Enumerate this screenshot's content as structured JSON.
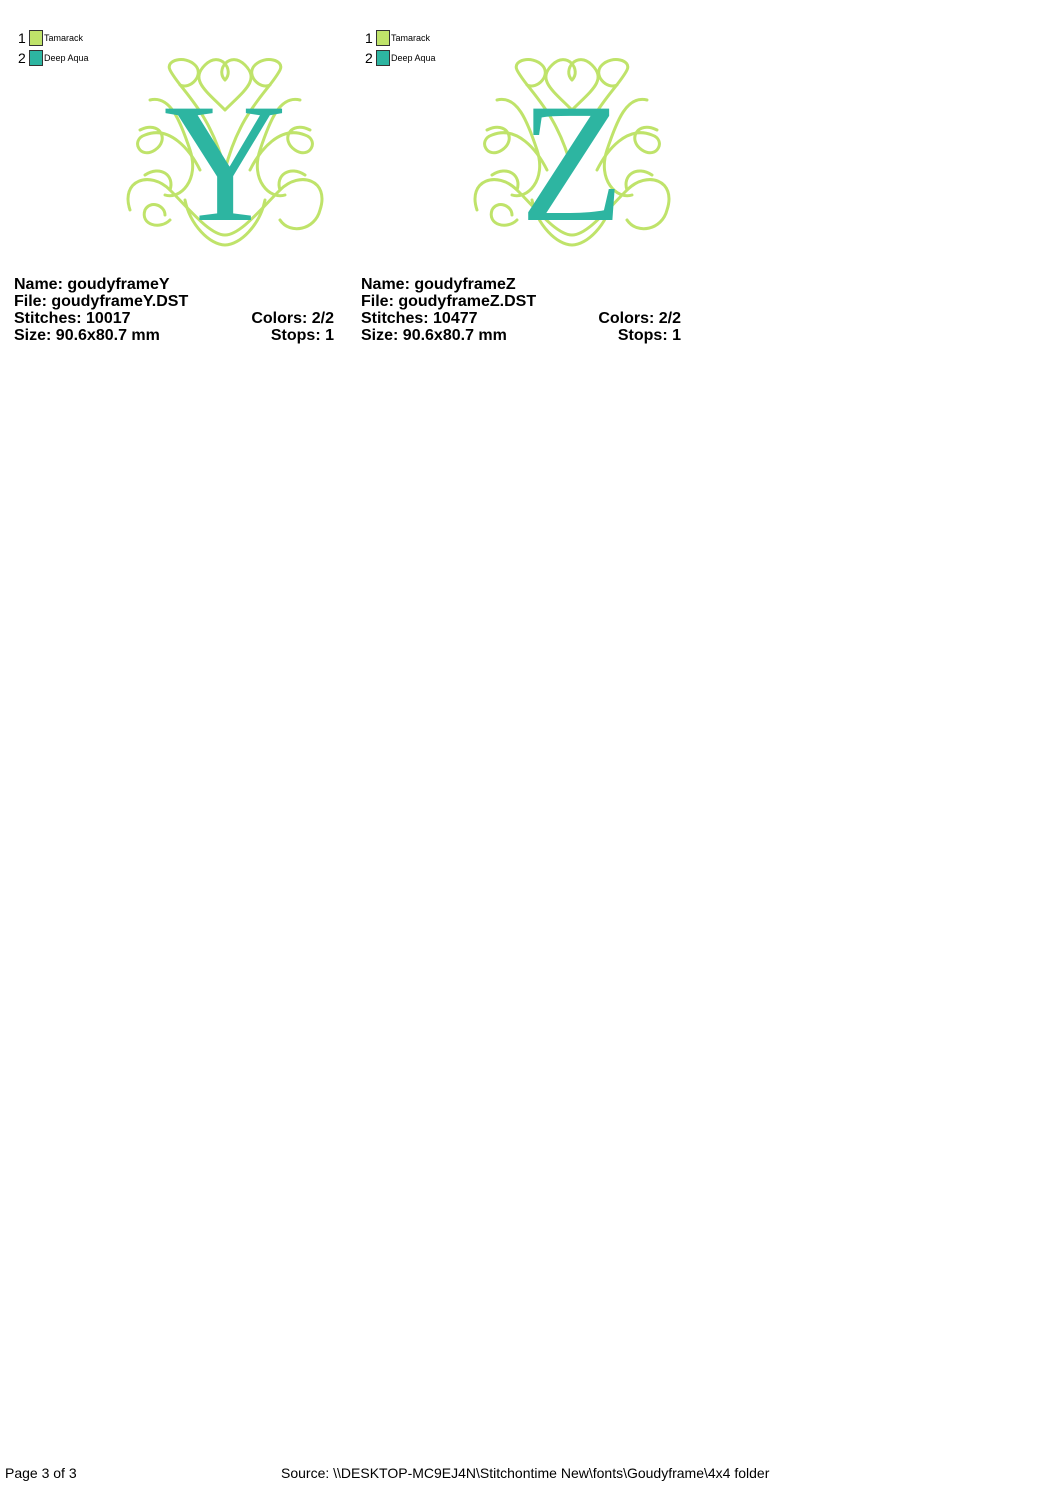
{
  "colors": {
    "tamarack": "#bfe36a",
    "deep_aqua": "#2db5a1"
  },
  "designs": [
    {
      "letter": "Y",
      "legend": [
        {
          "num": "1",
          "name": "Tamarack"
        },
        {
          "num": "2",
          "name": "Deep Aqua"
        }
      ],
      "name_line": "Name: goudyframeY",
      "file_line": "File: goudyframeY.DST",
      "stitches_line": "Stitches: 10017",
      "colors_line": "Colors: 2/2",
      "size_line": "Size: 90.6x80.7 mm",
      "stops_line": "Stops: 1"
    },
    {
      "letter": "Z",
      "legend": [
        {
          "num": "1",
          "name": "Tamarack"
        },
        {
          "num": "2",
          "name": "Deep Aqua"
        }
      ],
      "name_line": "Name: goudyframeZ",
      "file_line": "File: goudyframeZ.DST",
      "stitches_line": "Stitches: 10477",
      "colors_line": "Colors: 2/2",
      "size_line": "Size: 90.6x80.7 mm",
      "stops_line": "Stops: 1"
    }
  ],
  "footer": {
    "page": "Page 3 of 3",
    "source": "Source: \\\\DESKTOP-MC9EJ4N\\Stitchontime New\\fonts\\Goudyframe\\4x4 folder"
  }
}
